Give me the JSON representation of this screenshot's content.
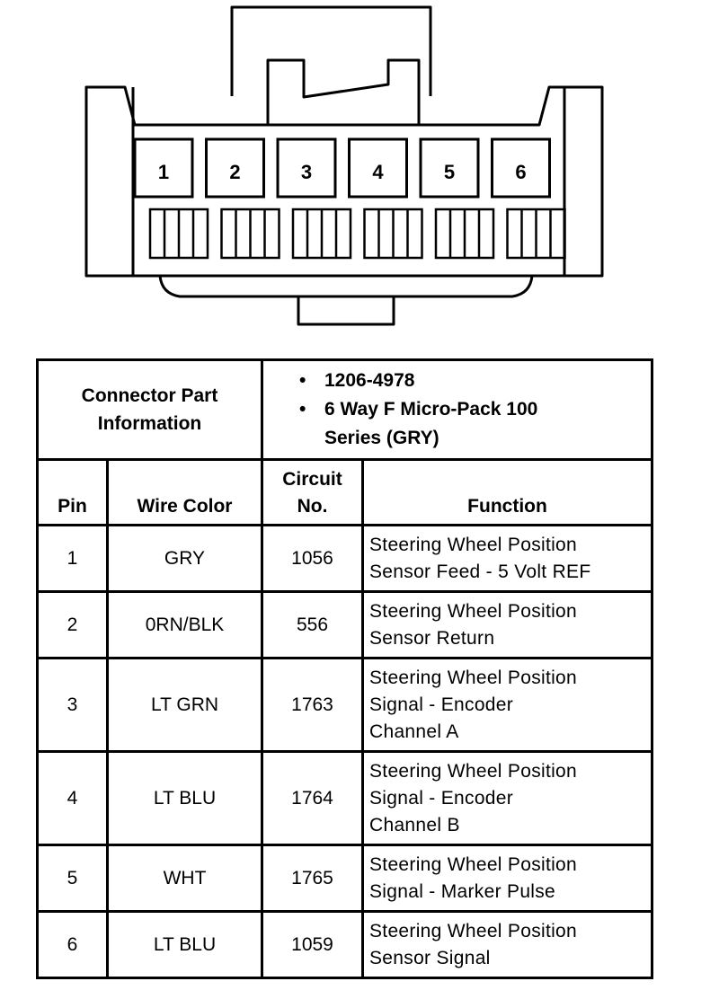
{
  "connector": {
    "cavities": [
      "1",
      "2",
      "3",
      "4",
      "5",
      "6"
    ]
  },
  "table": {
    "part_info_label_line1": "Connector Part",
    "part_info_label_line2": "Information",
    "part_info_items": [
      "1206-4978",
      "6 Way F Micro-Pack 100",
      "Series (GRY)"
    ],
    "headers": {
      "pin": "Pin",
      "wire_color": "Wire Color",
      "circuit_line1": "Circuit",
      "circuit_line2": "No.",
      "function": "Function"
    },
    "rows": [
      {
        "pin": "1",
        "wire_color": "GRY",
        "circuit": "1056",
        "function": [
          "Steering Wheel Position",
          "Sensor Feed - 5 Volt REF"
        ]
      },
      {
        "pin": "2",
        "wire_color": "0RN/BLK",
        "circuit": "556",
        "function": [
          "Steering Wheel Position",
          "Sensor Return"
        ]
      },
      {
        "pin": "3",
        "wire_color": "LT GRN",
        "circuit": "1763",
        "function": [
          "Steering Wheel Position",
          "Signal - Encoder",
          "Channel A"
        ]
      },
      {
        "pin": "4",
        "wire_color": "LT BLU",
        "circuit": "1764",
        "function": [
          "Steering Wheel Position",
          "Signal - Encoder",
          "Channel B"
        ]
      },
      {
        "pin": "5",
        "wire_color": "WHT",
        "circuit": "1765",
        "function": [
          "Steering Wheel Position",
          "Signal - Marker Pulse"
        ]
      },
      {
        "pin": "6",
        "wire_color": "LT BLU",
        "circuit": "1059",
        "function": [
          "Steering Wheel Position",
          "Sensor Signal"
        ]
      }
    ]
  }
}
